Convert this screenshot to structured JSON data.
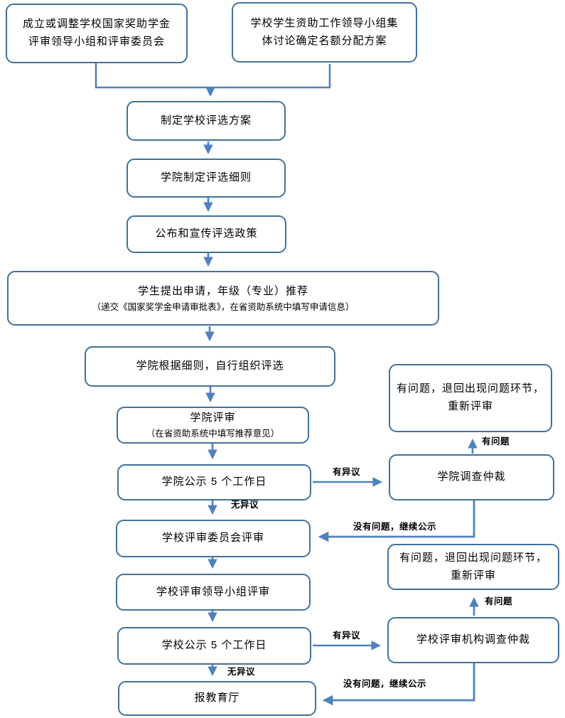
{
  "diagram": {
    "colors": {
      "box_border": "#41719C",
      "connector": "#5581B0",
      "arrow": "#4F81BD",
      "text": "#000000",
      "background": "#FFFFFF"
    },
    "nodes": {
      "setup_committee": {
        "line1": "成立或调整学校国家奖助学金",
        "line2": "评审领导小组和评审委员会"
      },
      "quota_plan": {
        "line1": "学校学生资助工作领导小组集",
        "line2": "体讨论确定名额分配方案"
      },
      "school_plan": {
        "label": "制定学校评选方案"
      },
      "college_rules": {
        "label": "学院制定评选细则"
      },
      "publicize_policy": {
        "label": "公布和宣传评选政策"
      },
      "student_apply": {
        "line1": "学生提出申请，年级（专业）推荐",
        "line2": "（递交《国家奖学金申请审批表》，在省资助系统中填写申请信息）"
      },
      "college_organize": {
        "label": "学院根据细则，自行组织评选"
      },
      "college_review": {
        "line1": "学院评审",
        "line2": "（在省资助系统中填写推荐意见）"
      },
      "college_publicity": {
        "label": "学院公示 5 个工作日"
      },
      "school_committee_review": {
        "label": "学校评审委员会评审"
      },
      "school_leading_review": {
        "label": "学校评审领导小组评审"
      },
      "school_publicity": {
        "label": "学校公示 5 个工作日"
      },
      "report_education": {
        "label": "报教育厅"
      },
      "college_problem_return": {
        "line1": "有问题，退回出现问题环节，",
        "line2": "重新评审"
      },
      "college_arbitration": {
        "label": "学院调查仲裁"
      },
      "school_problem_return": {
        "line1": "有问题，退回出现问题环节，",
        "line2": "重新评审"
      },
      "school_arbitration": {
        "label": "学校评审机构调查仲裁"
      }
    },
    "edge_labels": {
      "objection_college": "有异议",
      "no_objection_college": "无异议",
      "problem_college": "有问题",
      "no_problem_college": "没有问题，继续公示",
      "objection_school": "有异议",
      "no_objection_school": "无异议",
      "problem_school": "有问题",
      "no_problem_school": "没有问题，继续公示"
    }
  }
}
